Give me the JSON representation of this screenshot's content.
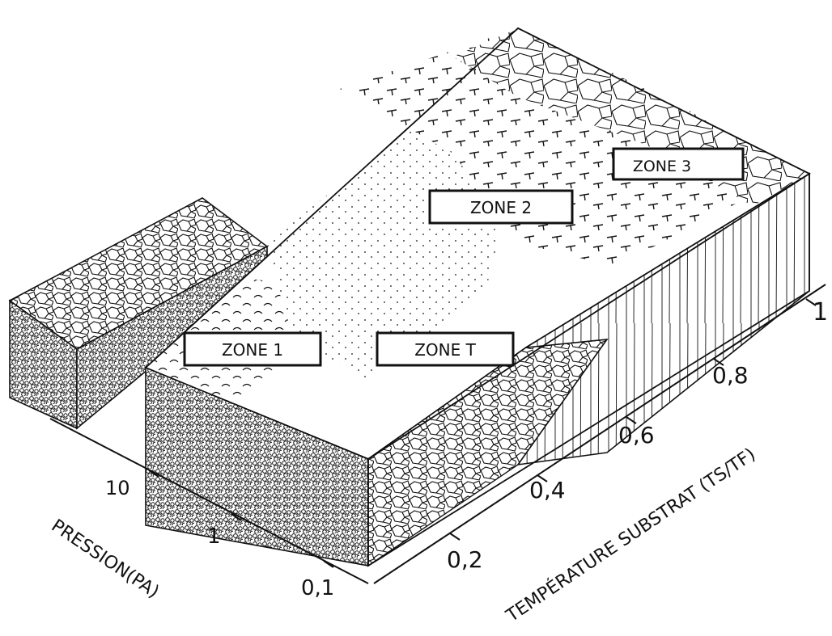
{
  "zones": {
    "zone1": "ZONE 1",
    "zoneT": "ZONE T",
    "zone2": "ZONE 2",
    "zone3": "ZONE 3"
  },
  "axes": {
    "pressure": {
      "label": "PRESSION(PA)",
      "ticks": [
        "10",
        "1",
        "0,1"
      ]
    },
    "temperature": {
      "label": "TEMPÉRATURE SUBSTRAT (TS/TF)",
      "ticks": [
        "0,2",
        "0,4",
        "0,6",
        "0,8",
        "1"
      ]
    }
  },
  "colors": {
    "ink": "#111111",
    "paper": "#ffffff"
  }
}
